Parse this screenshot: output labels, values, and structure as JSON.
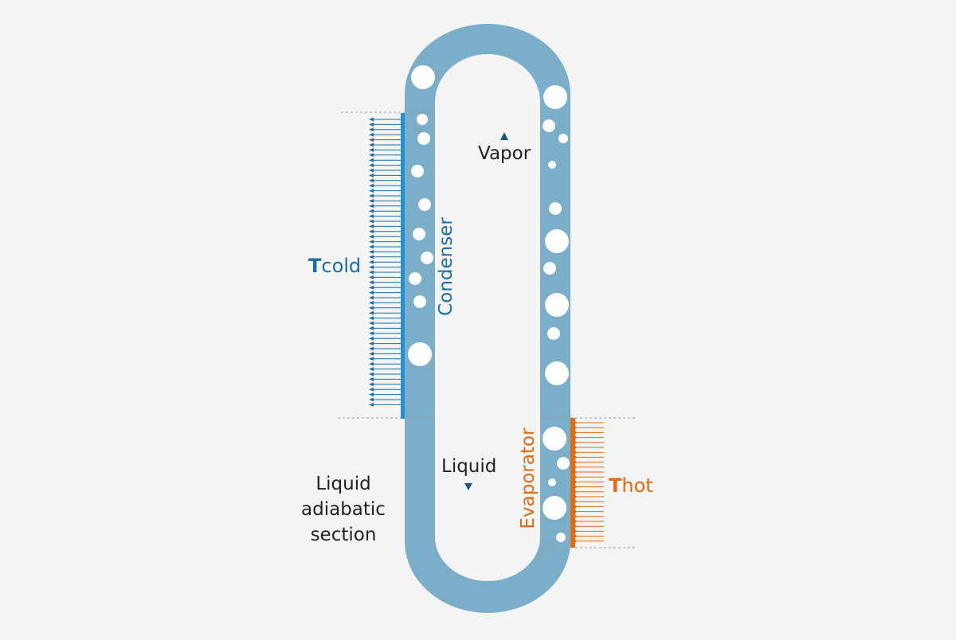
{
  "labels": {
    "vapor": "Vapor",
    "liquid": "Liquid",
    "condenser": "Condenser",
    "evaporator": "Evaporator",
    "t_cold_symbol": "T",
    "t_cold_sub": "cold",
    "t_hot_symbol": "T",
    "t_hot_sub": "hot",
    "adiabatic_line1": "Liquid",
    "adiabatic_line2": "adiabatic",
    "adiabatic_line3": "section"
  },
  "colors": {
    "background": "#f4f4f4",
    "loop": "#7aaec9",
    "bubble": "#ffffff",
    "cold": "#1a6fa8",
    "cold_bar": "#2090d8",
    "hot": "#e06b10",
    "text": "#222222"
  }
}
